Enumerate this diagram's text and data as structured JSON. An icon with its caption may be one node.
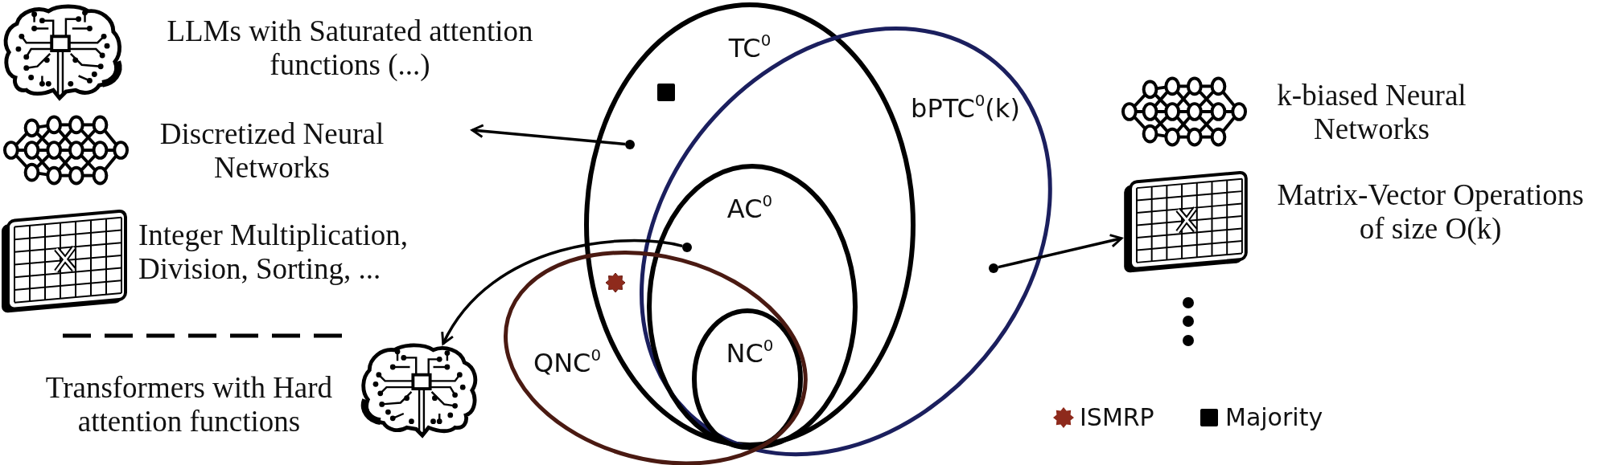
{
  "diagram": {
    "nodes": [
      {
        "text": [
          "TC$^{0}$"
        ]
      },
      {
        "text": [
          "bPTC$^{0}$(k)"
        ]
      },
      {
        "text": [
          "AC$^{0}$"
        ]
      },
      {
        "text": [
          "NC$^{0}$"
        ]
      },
      {
        "text": [
          "QNC$^{0}$"
        ]
      },
      {
        "text": [],
        "shape": "circle",
        "in": 0
      },
      {
        "text": [],
        "shape": "circle",
        "in": 2
      },
      {
        "text": [],
        "shape": "circle",
        "in": 1
      },
      {
        "text": [],
        "shape": "picture",
        "beside": [
          "Transformers with Hard attention functions"
        ]
      },
      {
        "text": [],
        "shape": "picture",
        "beside": [
          "Matrix-Vector Operations of size O(k)"
        ]
      }
    ],
    "edges": [
      {
        "from": 5,
        "to": null,
        "arrow": "to"
      },
      {
        "from": 6,
        "to": 8,
        "arrow": "to"
      },
      {
        "from": 7,
        "to": 9,
        "arrow": "to"
      }
    ],
    "labels": [
      "LLMs with Saturated attention functions (...)",
      "Discretized Neural Networks",
      "Integer Multiplication, Division, Sorting, ...",
      "k-biased Neural Networks"
    ],
    "legend": [
      {
        "text": "ISMRP"
      },
      {
        "text": "Majority"
      }
    ]
  }
}
